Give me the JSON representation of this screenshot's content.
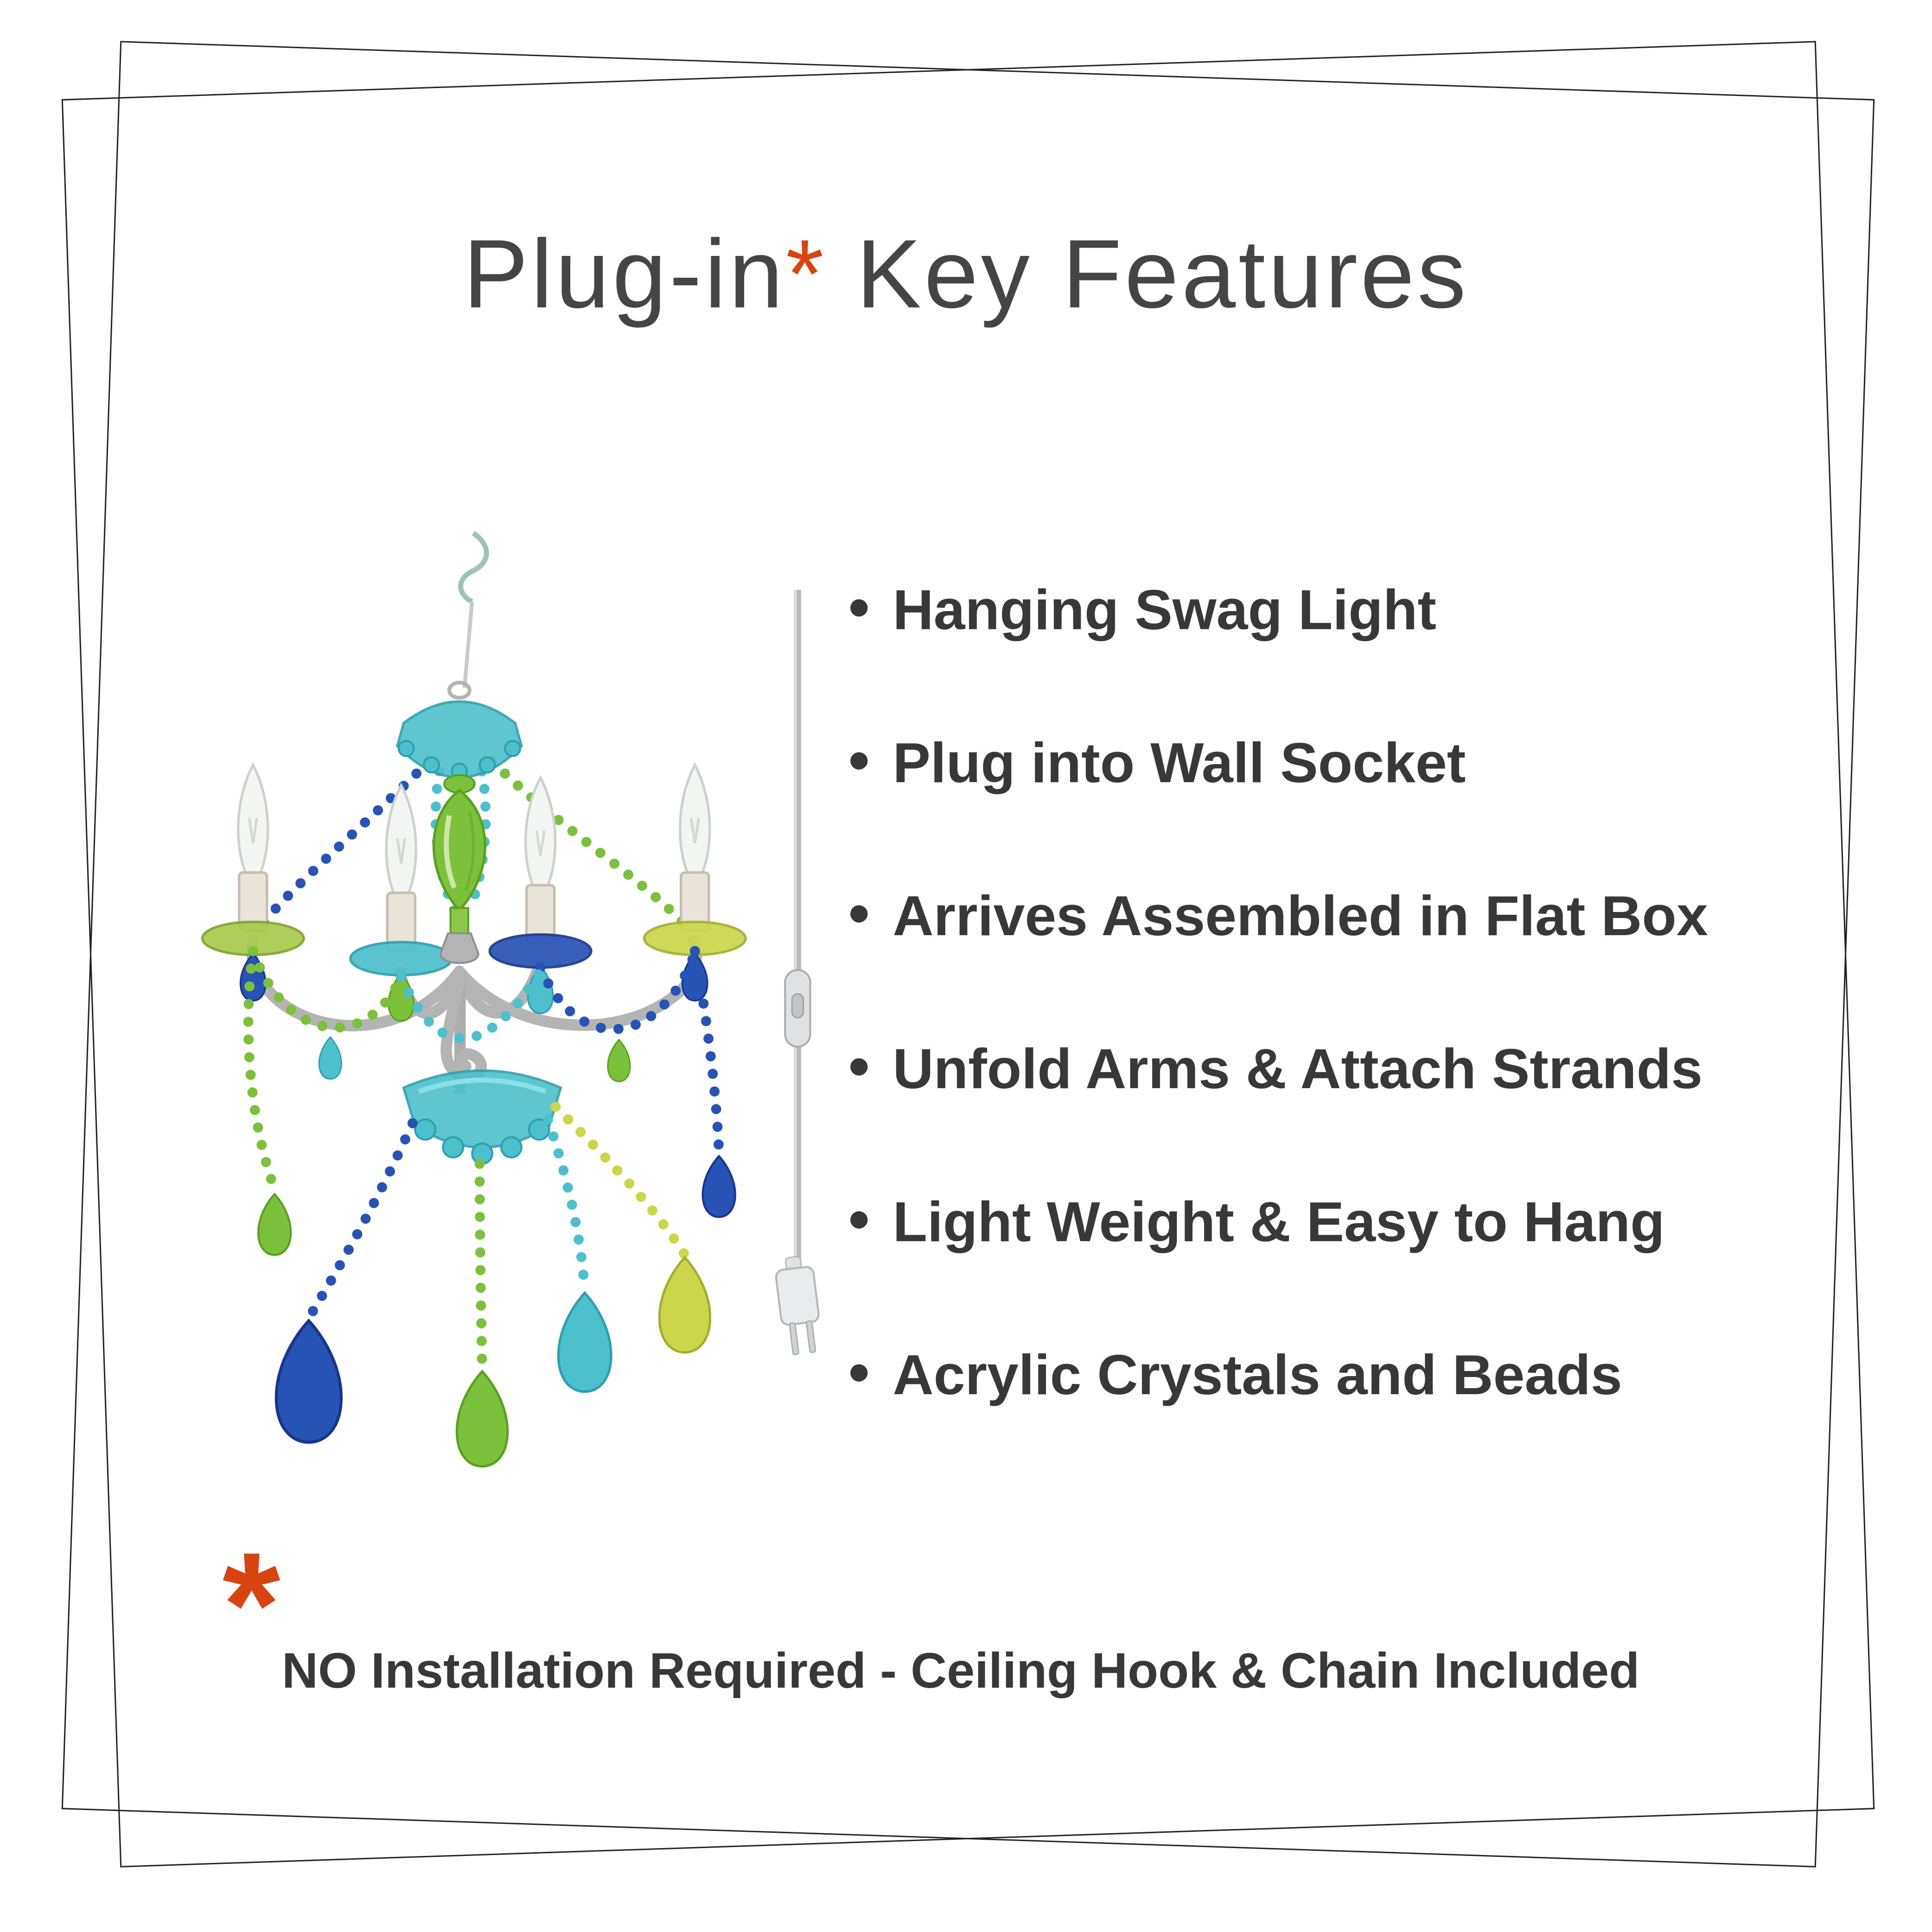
{
  "title": {
    "part1": "Plug-in",
    "asterisk": "*",
    "part2": " Key Features"
  },
  "bullet_glyph": "•",
  "features": [
    "Hanging Swag Light",
    "Plug into Wall Socket",
    "Arrives Assembled in Flat Box",
    "Unfold Arms & Attach Strands",
    "Light Weight & Easy to Hang",
    "Acrylic Crystals and Beads"
  ],
  "footnote": {
    "asterisk": "*",
    "text": "NO Installation Required - Ceiling Hook & Chain Included"
  },
  "images": {
    "chandelier": "four-arm-multicolor-acrylic-crystal-chandelier",
    "power_cord": "plug-in-cord-with-inline-switch-and-two-prong-plug"
  },
  "colors": {
    "accent_red": "#d8430f",
    "text_dark": "#383838",
    "text_mid": "#454545",
    "teal": "#4cc0cd",
    "green": "#7cc13c",
    "blue": "#2853b6",
    "yellow_green": "#ccd64b",
    "silver": "#b4b4b4"
  }
}
